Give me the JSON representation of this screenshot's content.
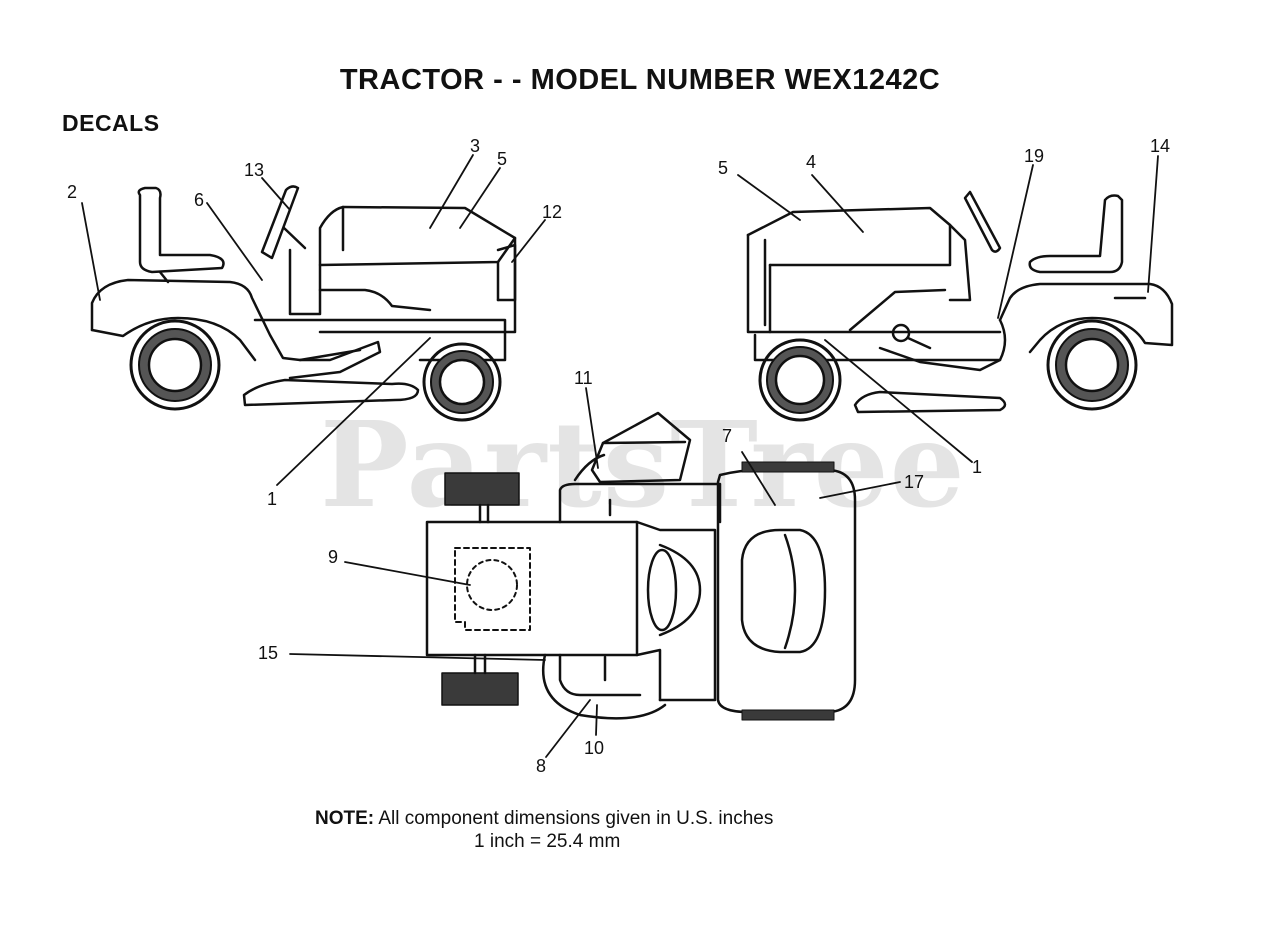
{
  "title": "TRACTOR - - MODEL NUMBER WEX1242C",
  "section": "DECALS",
  "watermark": "PartsTree",
  "callouts": {
    "c2": "2",
    "c13": "13",
    "c6": "6",
    "c3": "3",
    "c5a": "5",
    "c12": "12",
    "c1a": "1",
    "c5b": "5",
    "c4": "4",
    "c19": "19",
    "c14": "14",
    "c1b": "1",
    "c11": "11",
    "c7": "7",
    "c17": "17",
    "c9": "9",
    "c15": "15",
    "c8": "8",
    "c10": "10"
  },
  "note": {
    "label": "NOTE:",
    "text": " All component dimensions given in U.S. inches",
    "conversion": "1 inch = 25.4 mm"
  }
}
